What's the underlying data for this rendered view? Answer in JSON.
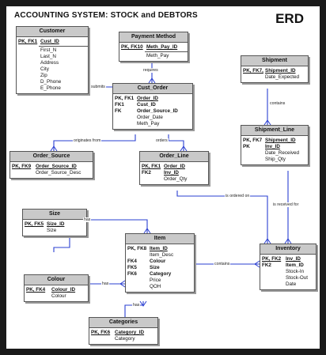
{
  "title": "ACCOUNTING SYSTEM: STOCK and DEBTORS",
  "erd_label": "ERD",
  "entities": {
    "customer": {
      "name": "Customer",
      "keys": [
        "PK, FK1"
      ],
      "attrs": [
        "Cust_ID",
        "First_N",
        "Last_N",
        "Address",
        "City",
        "Zip",
        "D_Phone",
        "E_Phone"
      ]
    },
    "payment_method": {
      "name": "Payment Method",
      "keys": [
        "PK, FK10"
      ],
      "attrs": [
        "Meth_Pay_ID",
        "Meth_Pay"
      ]
    },
    "cust_order": {
      "name": "Cust_Order",
      "keys": [
        "PK, FK1",
        "FK1",
        "FK"
      ],
      "attrs": [
        "Order_ID",
        "Cust_ID",
        "Order_Source_ID",
        "Order_Date",
        "Meth_Pay"
      ]
    },
    "shipment": {
      "name": "Shipment",
      "keys": [
        "PK, FK7,"
      ],
      "attrs": [
        "Shipment_ID",
        "Date_Expected"
      ]
    },
    "shipment_line": {
      "name": "Shipment_Line",
      "keys": [
        "PK, FK7",
        "PK"
      ],
      "attrs": [
        "Shipment_ID",
        "Inv_ID",
        "Date_Received",
        "Ship_Qty"
      ]
    },
    "order_source": {
      "name": "Order_Source",
      "keys": [
        "PK, FK9"
      ],
      "attrs": [
        "Order_Source_ID",
        "Order_Source_Desc"
      ]
    },
    "order_line": {
      "name": "Order_Line",
      "keys": [
        "PK, FK1",
        "FK2"
      ],
      "attrs": [
        "Order_ID",
        "Inv_ID",
        "Order_Qty"
      ]
    },
    "size": {
      "name": "Size",
      "keys": [
        "PK, FK5"
      ],
      "attrs": [
        "Size_ID",
        "Size"
      ]
    },
    "item": {
      "name": "Item",
      "keys": [
        "PK, FK8",
        "",
        "FK4",
        "FK5",
        "FK6"
      ],
      "attrs": [
        "Item_ID",
        "Item_Desc",
        "Colour",
        "Size",
        "Category",
        "Price",
        "QOH"
      ]
    },
    "inventory": {
      "name": "Inventory",
      "keys": [
        "PK, FK2",
        "FK2"
      ],
      "attrs": [
        "Inv_ID",
        "Item_ID",
        "Stock-In",
        "Stock-Out",
        "Date"
      ]
    },
    "colour": {
      "name": "Colour",
      "keys": [
        "PK, FK4"
      ],
      "attrs": [
        "Colour_ID",
        "Colour"
      ]
    },
    "categories": {
      "name": "Categories",
      "keys": [
        "PK, FK6"
      ],
      "attrs": [
        "Category_ID",
        "Category"
      ]
    }
  },
  "relationships": {
    "submits": "submits",
    "requires": "requires",
    "contains_ship": "contains",
    "originates_from": "originates from",
    "orders": "orders",
    "is_ordered_on": "is ordered on",
    "is_received_for": "is received for",
    "has_size": "has",
    "has_colour": "has",
    "has_category": "has",
    "contains_inv": "contains"
  }
}
